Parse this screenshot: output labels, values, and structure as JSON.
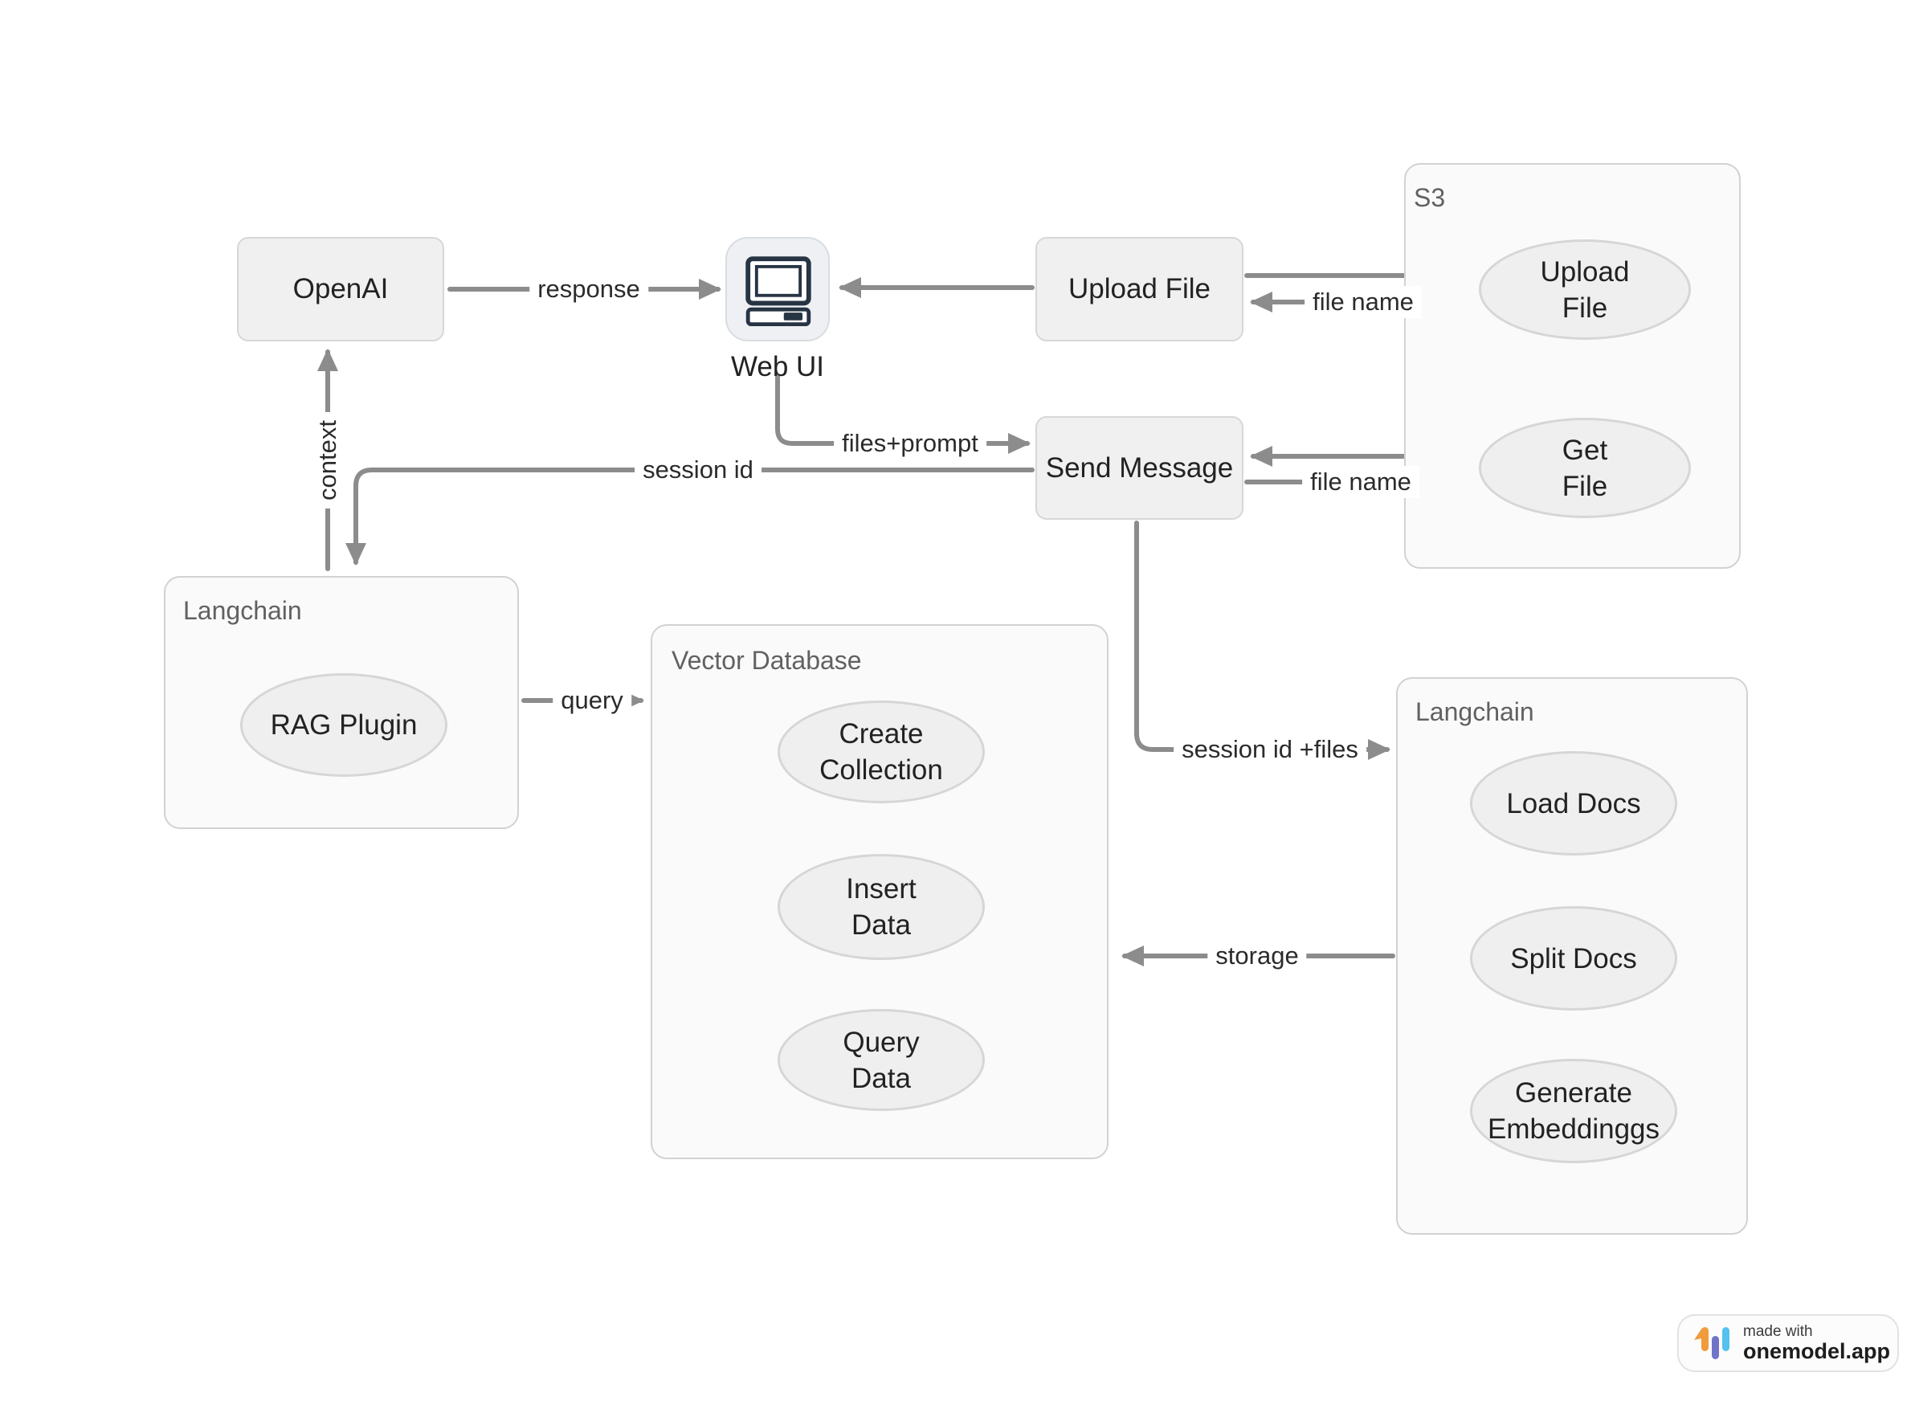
{
  "colors": {
    "node_fill": "#f0f0f0",
    "node_border": "#d7d7d7",
    "container_fill": "#fafafa",
    "container_border": "#d2d2d2",
    "ellipse_fill": "#efefef",
    "ellipse_border": "#d6d6d6",
    "arrow": "#8c8c8c",
    "node_text": "#222222",
    "container_label": "#616161",
    "icon_glyph": "#273444",
    "logo_orange": "#f09c3c",
    "logo_purple": "#6f74c9",
    "logo_blue": "#55c1ee"
  },
  "nodes": {
    "openai": {
      "label": "OpenAI"
    },
    "web_ui": {
      "label": "Web UI"
    },
    "upload_file": {
      "label": "Upload File"
    },
    "send_message": {
      "label": "Send Message"
    }
  },
  "containers": {
    "s3": {
      "label": "S3",
      "ellipses": [
        {
          "lines": [
            "Upload",
            "File"
          ]
        },
        {
          "lines": [
            "Get",
            "File"
          ]
        }
      ]
    },
    "langchain_left": {
      "label": "Langchain",
      "ellipses": [
        {
          "lines": [
            "RAG Plugin"
          ]
        }
      ]
    },
    "vector_database": {
      "label": "Vector Database",
      "ellipses": [
        {
          "lines": [
            "Create",
            "Collection"
          ]
        },
        {
          "lines": [
            "Insert",
            "Data"
          ]
        },
        {
          "lines": [
            "Query",
            "Data"
          ]
        }
      ]
    },
    "langchain_right": {
      "label": "Langchain",
      "ellipses": [
        {
          "lines": [
            "Load Docs"
          ]
        },
        {
          "lines": [
            "Split Docs"
          ]
        },
        {
          "lines": [
            "Generate",
            "Embeddinggs"
          ]
        }
      ]
    }
  },
  "edges": {
    "response": "response",
    "file_name_top": "file name",
    "files_prompt": "files+prompt",
    "session_id": "session id",
    "context": "context",
    "file_name_bottom": "file name",
    "query": "query",
    "session_id_files": "session id +files",
    "storage": "storage"
  },
  "badge": {
    "made_with": "made with",
    "brand": "onemodel.app"
  }
}
